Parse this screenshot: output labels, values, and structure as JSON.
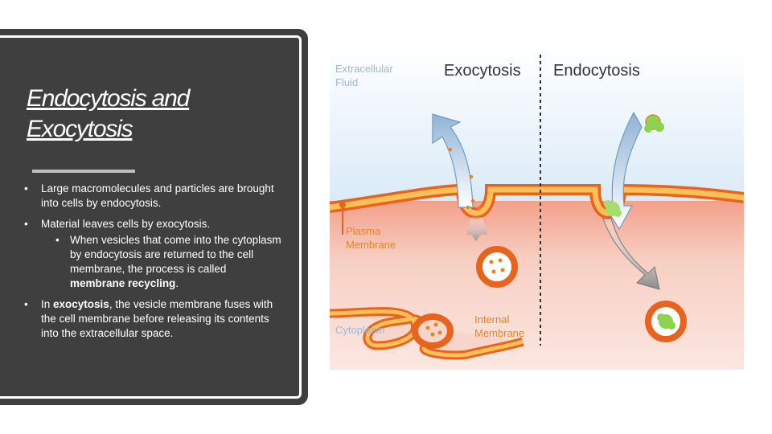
{
  "slide": {
    "title_line1": "Endocytosis and",
    "title_line2": "Exocytosis",
    "bullets": {
      "b1": "Large macromolecules and particles are brought into cells by endocytosis.",
      "b2": "Material leaves cells by exocytosis.",
      "b3_text": "When vesicles that come into the cytoplasm by endocytosis are returned to the cell membrane, the process is called ",
      "b3_bold": "membrane recycling",
      "b3_end": ".",
      "b4_pre": "In ",
      "b4_bold": "exocytosis",
      "b4_text": ", the vesicle membrane fuses with the cell membrane before releasing its contents into the extracellular space.",
      "bullet_glyph": "•"
    }
  },
  "diagram": {
    "heading_left": "Exocytosis",
    "heading_right": "Endocytosis",
    "label_extracellular_1": "Extracellular",
    "label_extracellular_2": "Fluid",
    "label_plasma_1": "Plasma",
    "label_plasma_2": "Membrane",
    "label_cytoplasm": "Cytoplasm",
    "label_internal_1": "Internal",
    "label_internal_2": "Membrane"
  },
  "colors": {
    "panel_bg": "#3f3f3f",
    "membrane": "#f7a21b",
    "membrane_dark": "#e8641e",
    "label_blue": "#9fb7d8",
    "cyto_pink": "#f7d5cb",
    "vesicle_content": "#8cd44f"
  }
}
